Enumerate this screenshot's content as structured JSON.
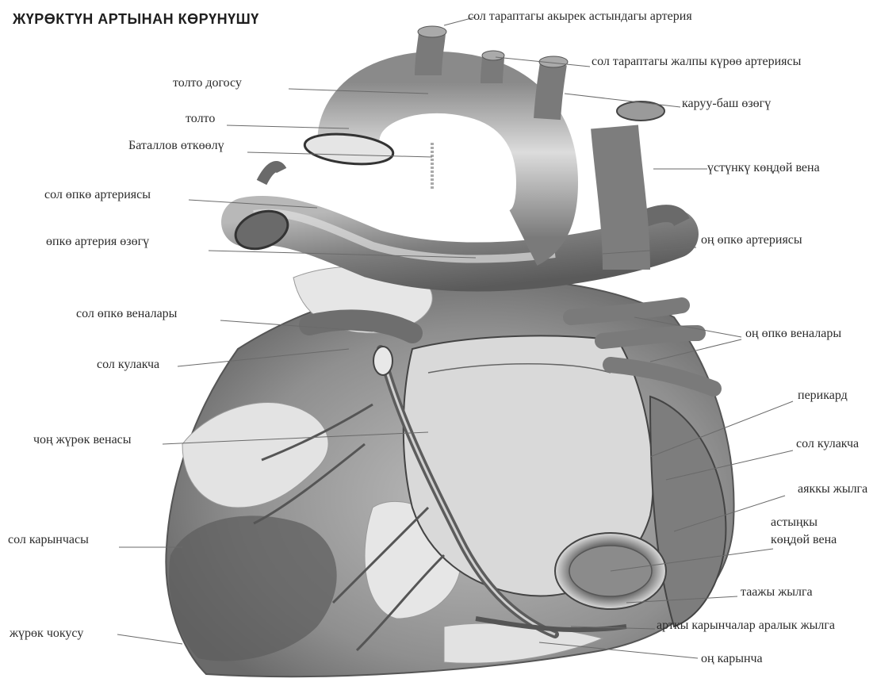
{
  "title": "ЖҮРӨКТҮН АРТЫНАН КӨРҮНҮШҮ",
  "labels": {
    "left_subclavian_artery": "сол тараптагы акырек астындагы артерия",
    "left_common_carotid": "сол тараптагы жалпы күрөө артериясы",
    "aortic_arch": "толто догосу",
    "brachiocephalic_trunk": "каруу-баш өзөгү",
    "aorta": "толто",
    "ductus_botalli": "Баталлов өткөөлү",
    "superior_vena_cava": "үстүнкү көңдөй вена",
    "left_pulmonary_artery": "сол өпкө артериясы",
    "pulmonary_trunk": "өпкө артерия өзөгү",
    "right_pulmonary_artery": "оң өпкө артериясы",
    "left_pulmonary_veins": "сол өпкө веналары",
    "right_pulmonary_veins": "оң өпкө веналары",
    "left_auricle": "сол кулакча",
    "pericardium": "перикард",
    "great_cardiac_vein": "чоң жүрөк венасы",
    "left_auricle_right": "сол кулакча",
    "sulcus": "аяккы жылга",
    "inferior_vena_cava_1": "астыңкы",
    "inferior_vena_cava_2": "көңдөй вена",
    "left_ventricle": "сол карынчасы",
    "coronary_sulcus": "таажы жылга",
    "apex": "жүрөк чокусу",
    "posterior_interventricular_sulcus": "арткы карынчалар аралык жылга",
    "right_ventricle": "оң карынча"
  },
  "colors": {
    "vessel": "#8c8c8c",
    "vessel_dark": "#5e5e5e",
    "muscle": "#9a9a9a",
    "fat": "#e6e6e6",
    "leader": "#6a6a6a"
  }
}
